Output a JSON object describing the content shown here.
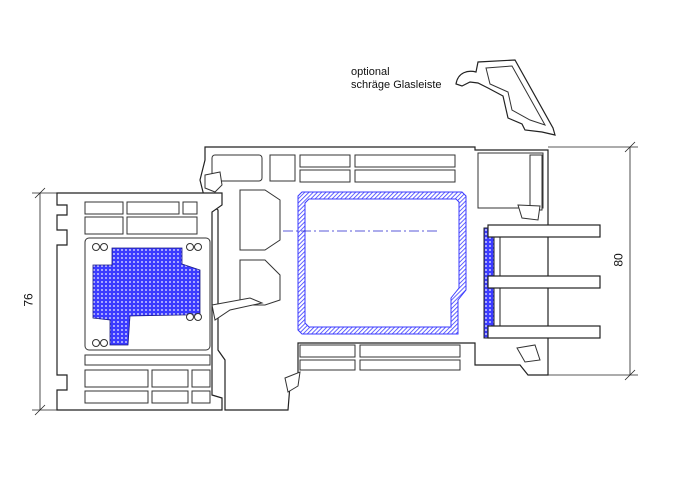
{
  "annotation": {
    "line1": "optional",
    "line2": "schräge Glasleiste"
  },
  "dimensions": {
    "sash_height": "76",
    "frame_height": "80"
  },
  "colors": {
    "reinforcement": "#3b3bff",
    "line": "#222222",
    "axis": "#2222cc"
  }
}
